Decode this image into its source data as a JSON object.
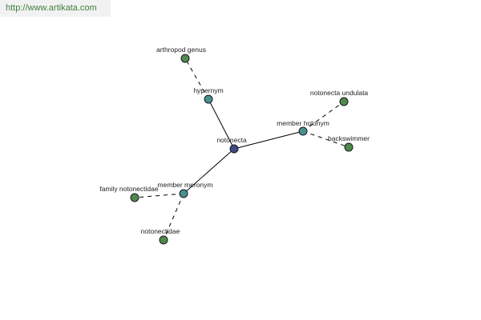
{
  "watermark": "http://www.artikata.com",
  "colors": {
    "center": "#404a86",
    "relation": "#4a9090",
    "leaf": "#4f8a4f"
  },
  "nodes": [
    {
      "id": "notonecta",
      "label": "notonecta",
      "kind": "center"
    },
    {
      "id": "hypernym",
      "label": "hypernym",
      "kind": "relation"
    },
    {
      "id": "member_holonym",
      "label": "member holonym",
      "kind": "relation"
    },
    {
      "id": "member_meronym",
      "label": "member meronym",
      "kind": "relation"
    },
    {
      "id": "arthropod_genus",
      "label": "arthropod genus",
      "kind": "leaf"
    },
    {
      "id": "notonecta_undulata",
      "label": "notonecta undulata",
      "kind": "leaf"
    },
    {
      "id": "backswimmer",
      "label": "backswimmer",
      "kind": "leaf"
    },
    {
      "id": "family_notonectidae",
      "label": "family notonectidae",
      "kind": "leaf"
    },
    {
      "id": "notonectidae",
      "label": "notonectidae",
      "kind": "leaf"
    }
  ],
  "edges": [
    {
      "from": "notonecta",
      "to": "hypernym",
      "style": "solid"
    },
    {
      "from": "notonecta",
      "to": "member_holonym",
      "style": "solid"
    },
    {
      "from": "notonecta",
      "to": "member_meronym",
      "style": "solid"
    },
    {
      "from": "hypernym",
      "to": "arthropod_genus",
      "style": "dashed"
    },
    {
      "from": "member_holonym",
      "to": "notonecta_undulata",
      "style": "dashed"
    },
    {
      "from": "member_holonym",
      "to": "backswimmer",
      "style": "dashed"
    },
    {
      "from": "member_meronym",
      "to": "family_notonectidae",
      "style": "dashed"
    },
    {
      "from": "member_meronym",
      "to": "notonectidae",
      "style": "dashed"
    }
  ]
}
